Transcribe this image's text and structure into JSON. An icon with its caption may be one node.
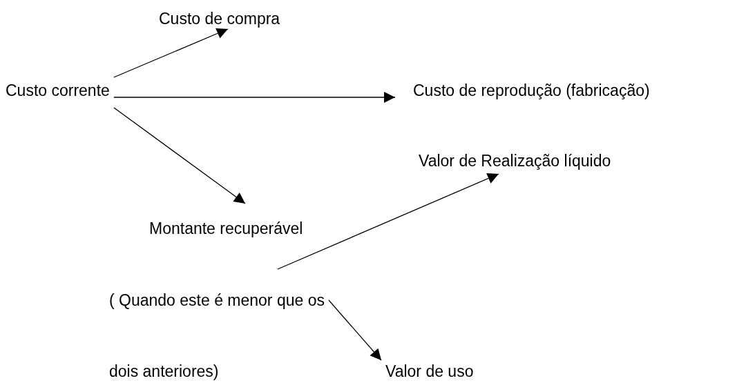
{
  "diagram": {
    "nodes": [
      {
        "text": [
          "Custo corrente"
        ]
      },
      {
        "text": [
          "Custo de compra"
        ]
      },
      {
        "text": [
          "Custo de reprodução (fabricação)"
        ]
      },
      {
        "text": [
          "Montante recuperável",
          "( Quando este é menor que os dois anteriores)"
        ]
      },
      {
        "text": [
          "Valor de Realização líquido"
        ]
      },
      {
        "text": [
          "Valor de uso"
        ]
      }
    ],
    "edges": [
      {
        "from": 0,
        "to": 1,
        "arrow": "to"
      },
      {
        "from": 0,
        "to": 2,
        "arrow": "to"
      },
      {
        "from": 0,
        "to": 3,
        "arrow": "to"
      },
      {
        "from": 3,
        "to": 4,
        "arrow": "to"
      },
      {
        "from": 3,
        "to": 5,
        "arrow": "to"
      }
    ]
  }
}
